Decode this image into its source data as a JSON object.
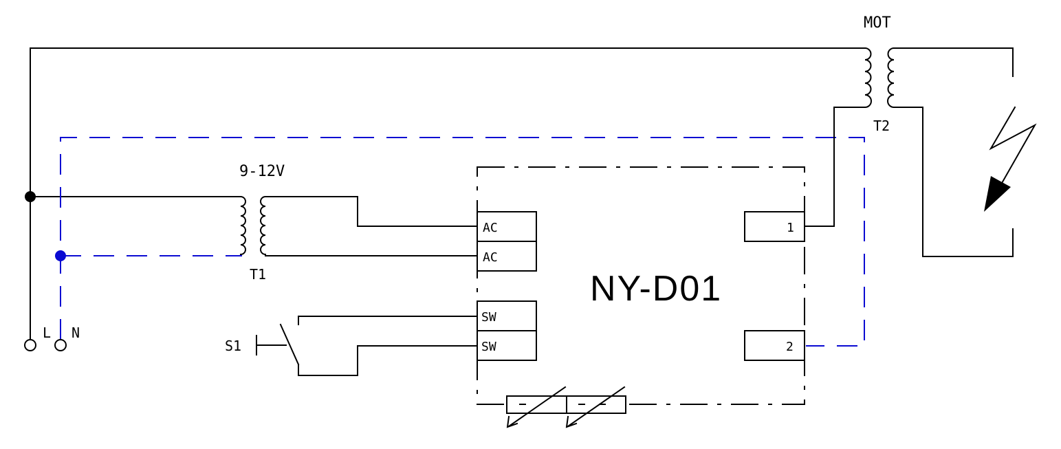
{
  "diagram": {
    "module_name": "NY-D01",
    "transformer_t1": {
      "id": "T1",
      "voltage": "9-12V"
    },
    "transformer_t2": {
      "id": "T2",
      "name": "MOT"
    },
    "switch": {
      "id": "S1"
    },
    "supply": {
      "line": "L",
      "neutral": "N"
    },
    "module_terminals": {
      "ac_1": "AC",
      "ac_2": "AC",
      "sw_1": "SW",
      "sw_2": "SW",
      "out_1": "1",
      "out_2": "2"
    },
    "colors": {
      "neutral_wire": "#0a0ad2",
      "wire": "#000000"
    }
  }
}
